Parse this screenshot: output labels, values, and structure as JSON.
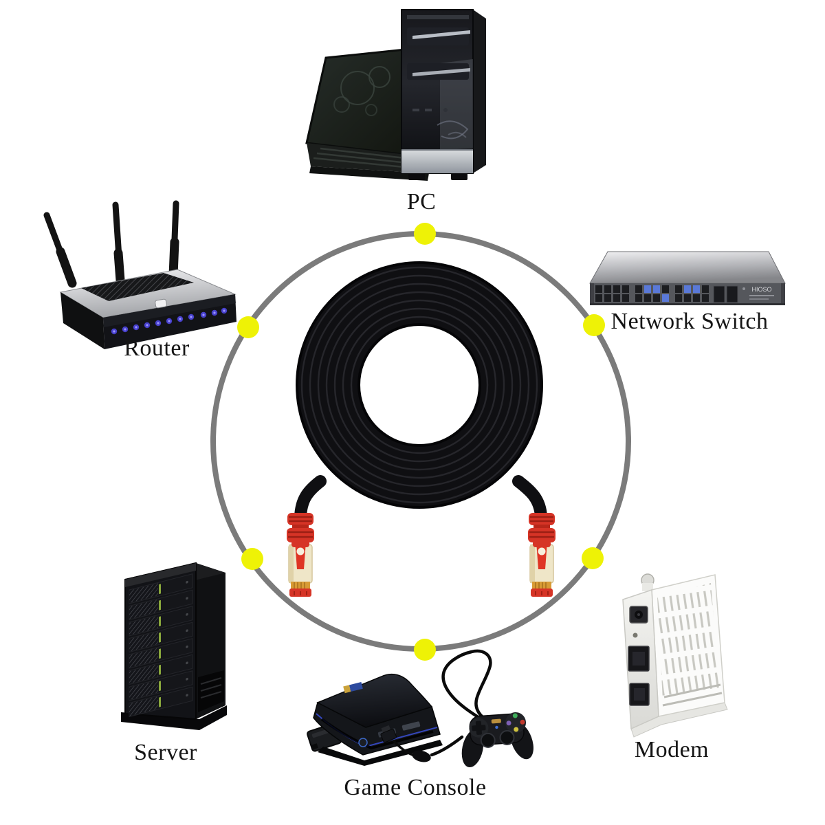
{
  "diagram": {
    "description_type": "ethernet-cable-connectivity-diagram",
    "ring": {
      "node_count": 6
    },
    "switch_brand": "HIOSO"
  },
  "devices": [
    {
      "id": "pc",
      "label": "PC",
      "position": "top"
    },
    {
      "id": "network_switch",
      "label": "Network Switch",
      "position": "right"
    },
    {
      "id": "router",
      "label": "Router",
      "position": "left"
    },
    {
      "id": "server",
      "label": "Server",
      "position": "bottom-left"
    },
    {
      "id": "game_console",
      "label": "Game Console",
      "position": "bottom"
    },
    {
      "id": "modem",
      "label": "Modem",
      "position": "bottom-right"
    }
  ],
  "colors": {
    "background": "#ffffff",
    "ring_gray": "#7b7b7b",
    "node_yellow": "#eef206",
    "cable_black": "#0f0f12",
    "connector_red": "#d63426",
    "connector_body": "#efe6c8",
    "label_text": "#151515"
  }
}
